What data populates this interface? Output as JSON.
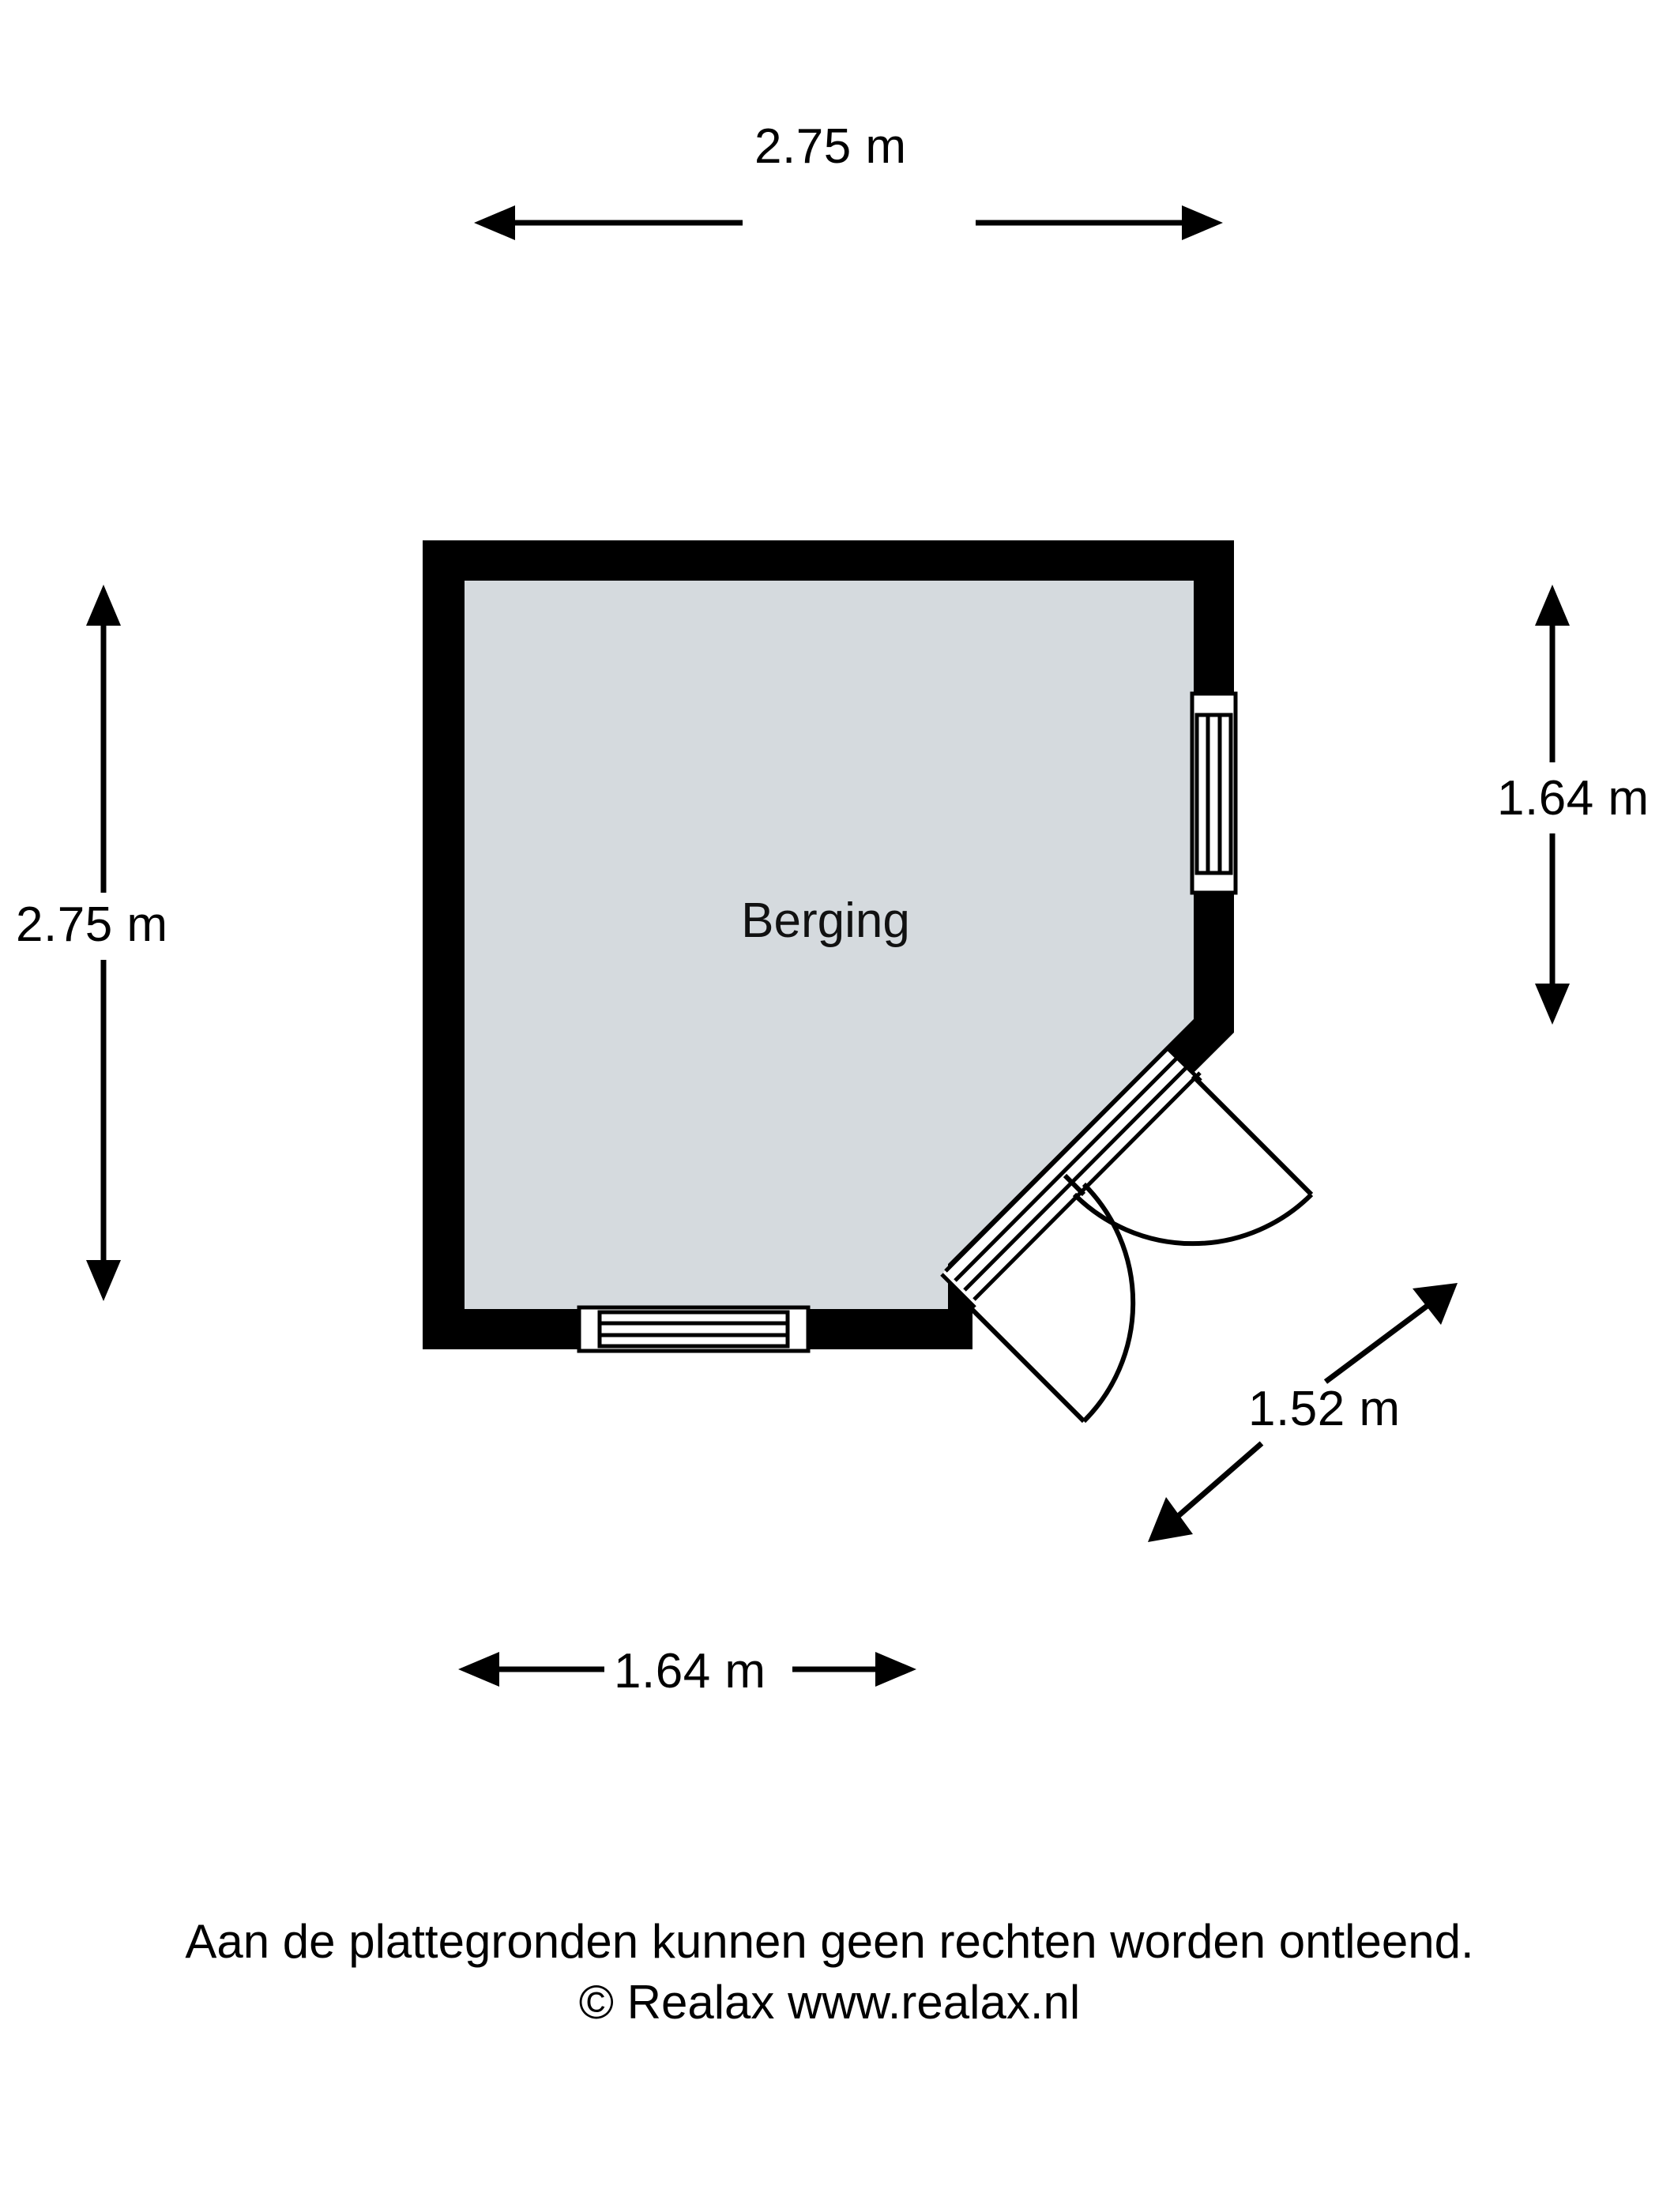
{
  "document": {
    "type": "floor-plan",
    "language": "nl"
  },
  "room": {
    "label": "Berging"
  },
  "dimensions": {
    "top": "2.75 m",
    "left": "2.75 m",
    "right": "1.64 m",
    "diagonal": "1.52 m",
    "bottom": "1.64 m"
  },
  "features": {
    "window_right_wall": "window",
    "window_bottom_wall": "window",
    "door_diagonal_upper": "double-door-leaf-upper",
    "door_diagonal_lower": "double-door-leaf-lower"
  },
  "colors": {
    "wall": "#000000",
    "floor": "#d5dade",
    "line": "#000000",
    "background": "#ffffff"
  },
  "footer": {
    "line1": "Aan de plattegronden kunnen geen rechten worden ontleend.",
    "line2": "© Realax www.realax.nl"
  }
}
